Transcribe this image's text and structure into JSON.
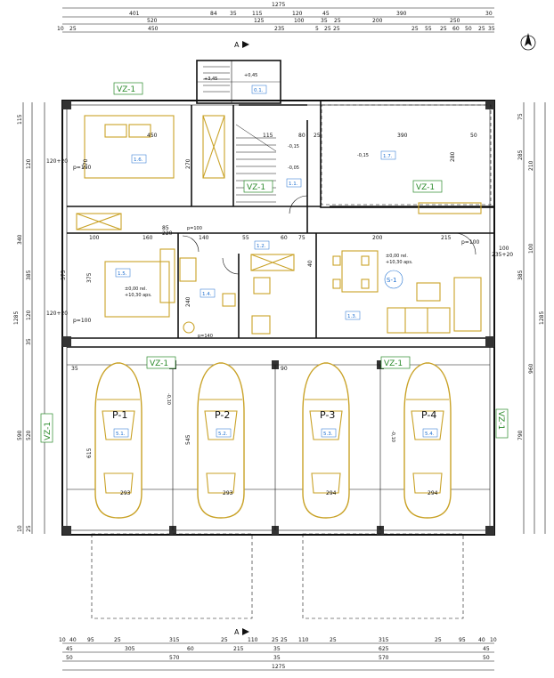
{
  "dims": {
    "top_row1": [
      "1275"
    ],
    "top_row2": [
      "401",
      "84",
      "35",
      "115",
      "120",
      "45",
      "390",
      "30"
    ],
    "top_row3": [
      "520",
      "125",
      "100",
      "35",
      "25",
      "200",
      "250"
    ],
    "top_row4": [
      "10",
      "25",
      "450",
      "235",
      "5",
      "25",
      "25",
      "25",
      "55",
      "25",
      "60",
      "50",
      "25",
      "35"
    ],
    "bottom_row1": [
      "10",
      "40",
      "95",
      "25",
      "315",
      "25",
      "110",
      "25",
      "25",
      "110",
      "25",
      "315",
      "25",
      "95",
      "40",
      "10"
    ],
    "bottom_row2": [
      "45",
      "305",
      "60",
      "215",
      "35",
      "625",
      "45"
    ],
    "bottom_row3": [
      "50",
      "570",
      "35",
      "570",
      "50"
    ],
    "bottom_row4": [
      "1275"
    ],
    "left_col_a": [
      "115",
      "340",
      "1285",
      "590"
    ],
    "left_col_b": [
      "120",
      "120+20",
      "p=100",
      "120",
      "120+20",
      "p=100",
      "385",
      "375",
      "35",
      "520",
      "25",
      "10"
    ],
    "right_col_a": [
      "75",
      "285",
      "210",
      "385",
      "100",
      "100",
      "235+20",
      "p=100",
      "1285",
      "790",
      "960"
    ],
    "internal": [
      "450",
      "270",
      "160",
      "100",
      "85",
      "220",
      "140",
      "55",
      "200",
      "215",
      "60",
      "75",
      "375",
      "240",
      "270",
      "115",
      "390",
      "280",
      "293",
      "293",
      "294",
      "294",
      "545",
      "615",
      "80",
      "35",
      "25",
      "90",
      "40",
      "50"
    ]
  },
  "section_marker": "A",
  "zones": [
    "VZ-1",
    "VZ-1",
    "VZ-1",
    "VZ-1",
    "VZ-1",
    "VZ-1",
    "VZ-1"
  ],
  "rooms": [
    "1.6.",
    "1.7.",
    "1.1.",
    "1.2.",
    "1.5.",
    "1.4.",
    "1.3.",
    "0.1.",
    "S-1"
  ],
  "levels": {
    "top": "+0,45",
    "top2": "+3,45",
    "stair1": "-0,15",
    "stair2": "-0,05",
    "right_room": "-0,15",
    "liv_left_a": "±0,00 rel.",
    "liv_left_b": "+10,30 aps.",
    "liv_right_a": "±0,00 rel.",
    "liv_right_b": "+10,30 aps.",
    "garage_a": "-0,10",
    "garage_b": "-0,10",
    "small1": "p=140",
    "small2": "p=100"
  },
  "parking": [
    {
      "label": "P-1",
      "num": "5.1."
    },
    {
      "label": "P-2",
      "num": "5.2."
    },
    {
      "label": "P-3",
      "num": "5.3."
    },
    {
      "label": "P-4",
      "num": "5.4."
    }
  ],
  "colors": {
    "wall": "#111111",
    "furniture": "#c9a227",
    "zone": "#2a8a2a",
    "room": "#1e6fd0"
  }
}
